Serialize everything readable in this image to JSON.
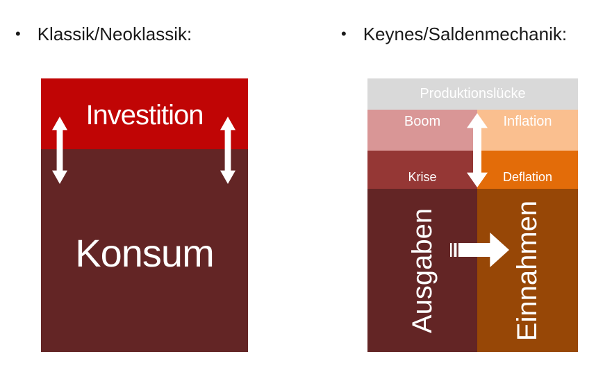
{
  "left_panel": {
    "bullet": "•",
    "heading": "Klassik/Neoklassik:",
    "investition_label": "Investition",
    "konsum_label": "Konsum",
    "colors": {
      "investition_bg": "#c00505",
      "konsum_bg": "#632525",
      "arrow": "#ffffff",
      "text": "#ffffff"
    }
  },
  "right_panel": {
    "bullet": "•",
    "heading": "Keynes/Saldenmechanik:",
    "produktionsluecke_label": "Produktionslücke",
    "boom_label": "Boom",
    "inflation_label": "Inflation",
    "krise_label": "Krise",
    "deflation_label": "Deflation",
    "ausgaben_label": "Ausgaben",
    "einnahmen_label": "Einnahmen",
    "colors": {
      "produktionsluecke_bg": "#d9d9d9",
      "boom_bg": "#d99696",
      "inflation_bg": "#fabf8f",
      "krise_bg": "#953735",
      "deflation_bg": "#e36c09",
      "ausgaben_bg": "#632525",
      "einnahmen_bg": "#974706",
      "arrow": "#ffffff",
      "text": "#ffffff"
    }
  }
}
